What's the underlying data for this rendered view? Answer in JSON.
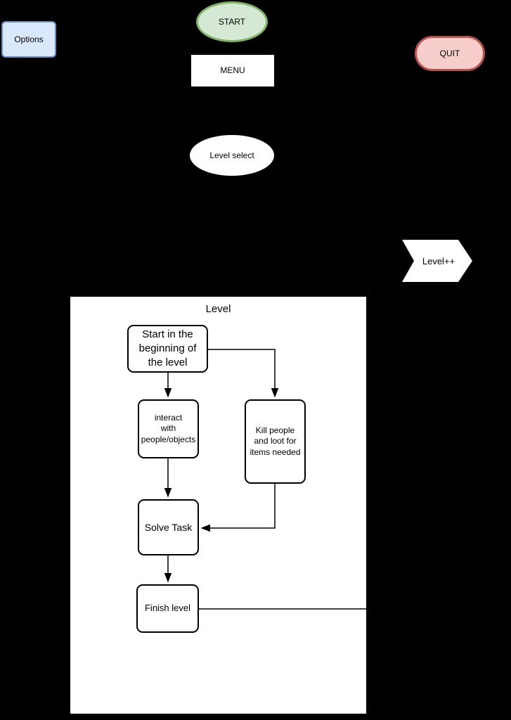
{
  "diagram": {
    "container_title": "Level",
    "nodes": {
      "options": "Options",
      "start": "START",
      "menu": "MENU",
      "quit": "QUIT",
      "level_select": "Level select",
      "level_plus": "Level++",
      "start_in": "Start in the\nbeginning of\nthe level",
      "interact": "interact\nwith\npeople/objects",
      "kill": "Kill people\nand loot for\nitems needed",
      "solve": "Solve Task",
      "finish": "Finish level"
    },
    "colors": {
      "background": "#000000",
      "options_fill": "#dae8fc",
      "options_border": "#6c8ebf",
      "start_fill": "#d5e8d4",
      "start_border": "#82b366",
      "quit_fill": "#f8cecc",
      "quit_border": "#b85450",
      "node_fill": "#ffffff",
      "node_border": "#000000",
      "connector": "#000000"
    }
  }
}
